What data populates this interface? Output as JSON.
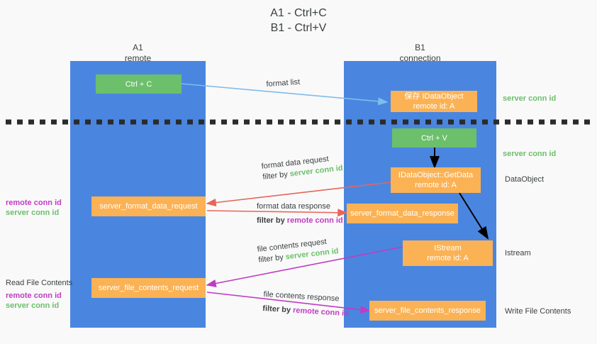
{
  "title": {
    "line1": "A1 - Ctrl+C",
    "line2": "B1 - Ctrl+V"
  },
  "columns": [
    {
      "name": "A1",
      "sub": "remote"
    },
    {
      "name": "B1",
      "sub": "connection"
    }
  ],
  "colors": {
    "panel_blue": "#4a86e0",
    "box_green": "#6cbf6b",
    "box_orange": "#fbb254",
    "conn_green": "#6cbf6b",
    "conn_magenta": "#c23bc2",
    "arrow_lightblue": "#7fbce9",
    "arrow_red": "#e8655a",
    "arrow_magenta": "#c23bc2",
    "arrow_black": "#000000",
    "background": "#f9f9f9"
  },
  "boxes": {
    "ctrl_c": {
      "line1": "Ctrl + C"
    },
    "save_idataobject": {
      "line1": "保存 IDataObject",
      "line2": "remote id: A"
    },
    "ctrl_v": {
      "line1": "Ctrl + V"
    },
    "getdata": {
      "line1": "IDataObject::GetData",
      "line2": "remote id: A"
    },
    "istream": {
      "line1": "IStream",
      "line2": "remote id: A"
    },
    "server_format_data_request": {
      "line1": "server_format_data_request"
    },
    "server_format_data_response": {
      "line1": "server_format_data_response"
    },
    "server_file_contents_request": {
      "line1": "server_file_contents_request"
    },
    "server_file_contents_response": {
      "line1": "server_file_contents_response"
    }
  },
  "edge_labels": {
    "format_list": "format list",
    "format_data_request": "format data request",
    "format_data_request_filter_prefix": "filter by ",
    "format_data_request_filter_value": "server conn id",
    "format_data_response": "format data response",
    "format_data_response_filter_prefix": "filter by ",
    "format_data_response_filter_value": "remote conn id",
    "file_contents_request": "file contents request",
    "file_contents_request_filter_prefix": "filter by ",
    "file_contents_request_filter_value": "server conn id",
    "file_contents_response": "file contents response",
    "file_contents_response_filter_prefix": "filter by ",
    "file_contents_response_filter_value": "remote conn id"
  },
  "left_annotations": {
    "format_remote_conn_id": "remote conn id",
    "format_server_conn_id": "server conn id",
    "read_file_contents": "Read File Contents",
    "file_remote_conn_id": "remote conn id",
    "file_server_conn_id": "server conn id"
  },
  "right_annotations": {
    "server_conn_id_top": "server conn id",
    "server_conn_id_mid": "server conn id",
    "dataobject": "DataObject",
    "istream": "Istream",
    "write_file_contents": "Write File Contents"
  }
}
